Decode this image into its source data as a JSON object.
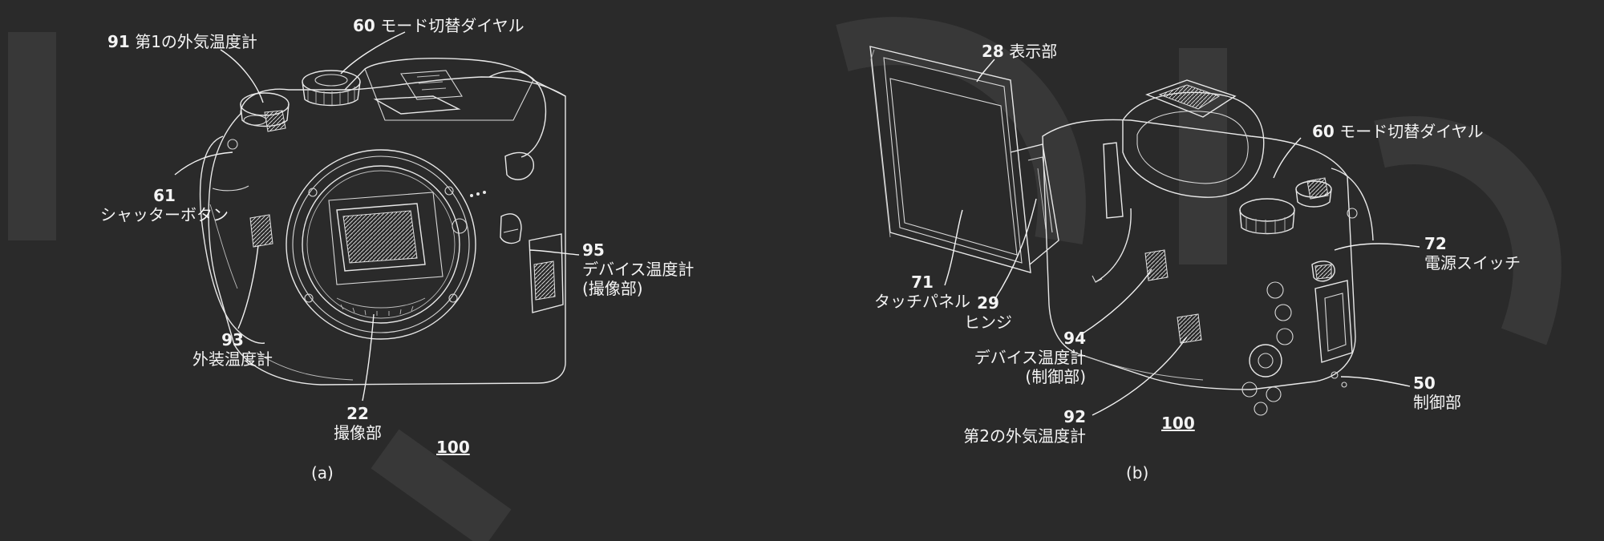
{
  "figure_a": {
    "label_91": {
      "num": "91",
      "text": "第1の外気温度計"
    },
    "label_60": {
      "num": "60",
      "text": "モード切替ダイヤル"
    },
    "label_61": {
      "num": "61",
      "text": "シャッターボタン"
    },
    "label_95": {
      "num": "95",
      "text": "デバイス温度計",
      "text2": "(撮像部)"
    },
    "label_93": {
      "num": "93",
      "text": "外装温度計"
    },
    "label_22": {
      "num": "22",
      "text": "撮像部"
    },
    "ref": "100",
    "caption": "(a)"
  },
  "figure_b": {
    "label_28": {
      "num": "28",
      "text": "表示部"
    },
    "label_60": {
      "num": "60",
      "text": "モード切替ダイヤル"
    },
    "label_71": {
      "num": "71",
      "text": "タッチパネル"
    },
    "label_29": {
      "num": "29",
      "text": "ヒンジ"
    },
    "label_72": {
      "num": "72",
      "text": "電源スイッチ"
    },
    "label_94": {
      "num": "94",
      "text": "デバイス温度計",
      "text2": "(制御部)"
    },
    "label_50": {
      "num": "50",
      "text": "制御部"
    },
    "label_92": {
      "num": "92",
      "text": "第2の外気温度計"
    },
    "ref": "100",
    "caption": "(b)"
  },
  "colors": {
    "background": "#2a2a2a",
    "line": "#e8e8e8",
    "text": "#f4f4f4"
  }
}
